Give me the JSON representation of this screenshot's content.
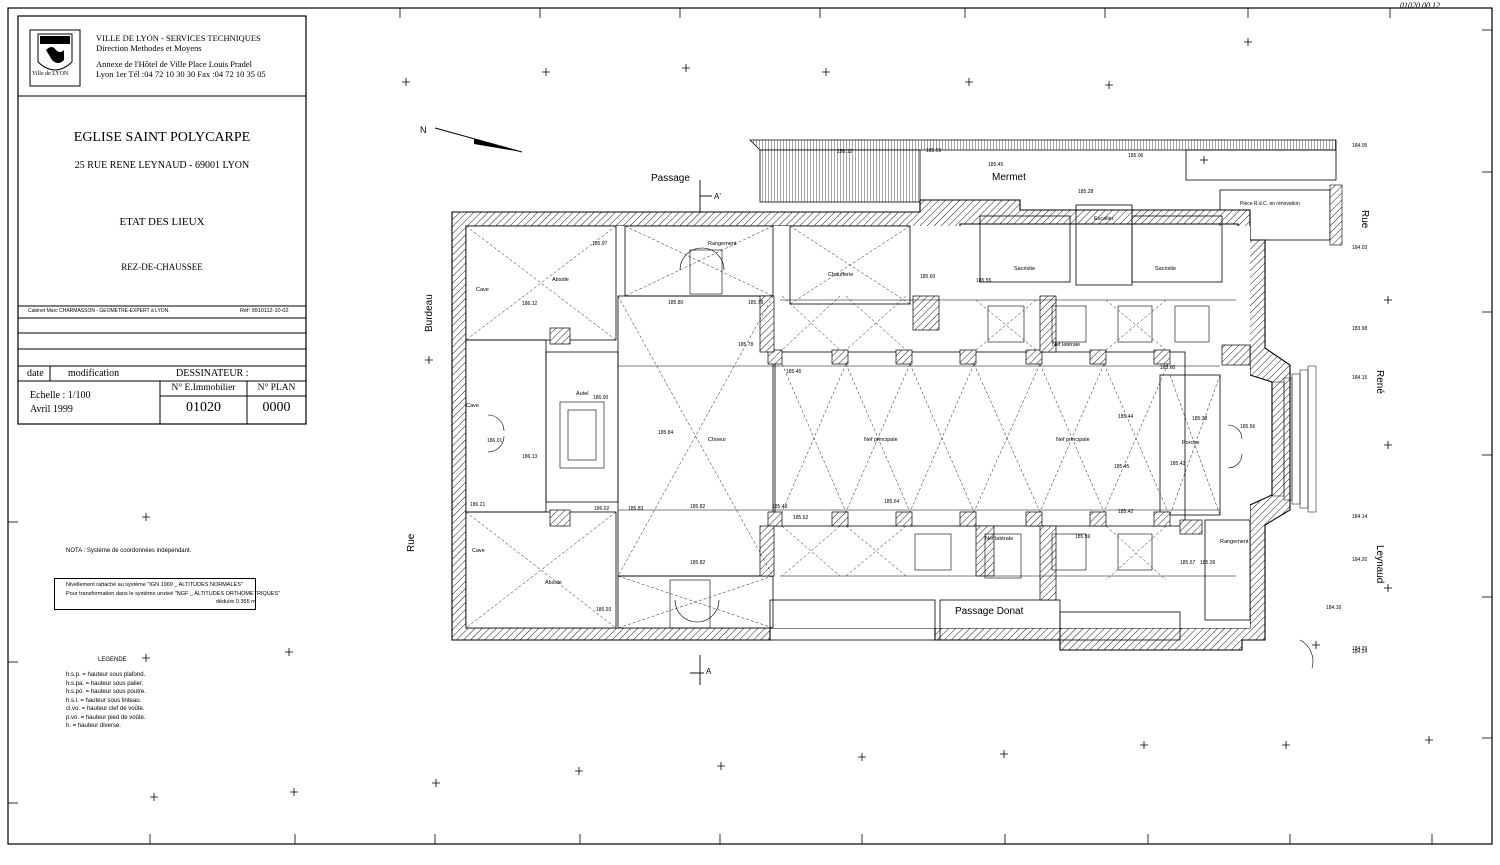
{
  "stamp": {
    "ref": "01020   00.12"
  },
  "title_block": {
    "org_line1": "VILLE DE LYON - SERVICES TECHNIQUES",
    "org_line2": "Direction Methodes et Moyens",
    "addr_line1": "Annexe de l'Hôtel de Ville Place Louis Pradel",
    "addr_line2": "Lyon 1er Tél :04 72 10 30 30 Fax :04 72 10 35 05",
    "logo_text": "Ville de LYON",
    "building": "EGLISE SAINT POLYCARPE",
    "address": "25 RUE RENE LEYNAUD - 69001 LYON",
    "doc_type": "ETAT DES LIEUX",
    "level": "REZ-DE-CHAUSSEE",
    "cabinet": "Cabinet Marc CHARMASSON - GEOMETRE-EXPERT à LYON.",
    "ref": "Réf: 9910112-10-02",
    "col_date": "date",
    "col_modif": "modification",
    "dessinateur": "DESSINATEUR :",
    "echelle": "Echelle : 1/100",
    "date": "Avril 1999",
    "immobilier_label": "N° E.Immobilier",
    "immobilier_value": "01020",
    "plan_label": "N° PLAN",
    "plan_value": "0000"
  },
  "notes": {
    "nota": "NOTA : Système de coordonnées indépendant.",
    "nivellement_1": "Nivellement rattaché au système \"IGN 1969 _ ALTITUDES NORMALES\"",
    "nivellement_2": "Pour transformation dans le système unzieé \"NGF _ ALTITUDES ORTHOMETRIQUES\"",
    "nivellement_3": "déduire 0.365 m"
  },
  "legend": {
    "title": "LEGENDE",
    "items": [
      "h.s.p.   =  hauteur sous plafond.",
      "h.s.pa.  =  hauteur sous palier.",
      "h.s.po.  =  hauteur sous poutre.",
      "h.s.l.   =  hauteur sous linteau.",
      "cl.vo.   =  hauteur clef de voûte.",
      "p.vo.    =  hauteur pied de voûte.",
      "h.        =  hauteur diverse."
    ]
  },
  "plan": {
    "north": "N",
    "section_a": "A",
    "section_a_prime": "A'",
    "streets": {
      "passage_top": "Passage",
      "mermet": "Mermet",
      "rue_right": "Rue",
      "rene": "René",
      "leynaud": "Leynaud",
      "burdeau": "Burdeau",
      "rue_left": "Rue",
      "passage_donat": "Passage Donat"
    },
    "rooms": {
      "rangement_top": "Rangement",
      "chaufferie": "Chaufferie",
      "sacristie_1": "Sacristie",
      "escalier": "Escalier",
      "sacristie_2": "Sacristie",
      "piece_rdc": "Pièce R.d.C. en rénovation",
      "cave_1": "Cave",
      "abside_1": "Abside",
      "cave_2": "Cave",
      "autel": "Autel",
      "choeur": "Choeur",
      "nef_principale_1": "Nef principale",
      "nef_principale_2": "Nef principale",
      "nef_laterale_top": "Nef latérale",
      "nef_laterale_bottom": "Nef latérale",
      "porche": "Porche",
      "rangement_bottom": "Rangement",
      "cave_3": "Cave",
      "abside_2": "Abside"
    },
    "elevations": [
      "185.97",
      "185.80",
      "185.79",
      "185.60",
      "185.78",
      "185.60",
      "185.44",
      "185.38",
      "185.45",
      "185.43",
      "185.42",
      "185.46",
      "185.62",
      "185.49",
      "185.82",
      "185.83",
      "185.82",
      "186.02",
      "185.84",
      "185.64",
      "185.56",
      "185.59",
      "185.57",
      "185.39",
      "186.00",
      "186.01",
      "186.13",
      "186.12",
      "186.21",
      "185.93",
      "184.05",
      "184.03",
      "183.98",
      "184.15",
      "184.14",
      "184.20",
      "184.16",
      "184.29",
      "184.24",
      "185.06",
      "185.45",
      "185.55",
      "185.28",
      "186.12",
      "185.69"
    ]
  }
}
